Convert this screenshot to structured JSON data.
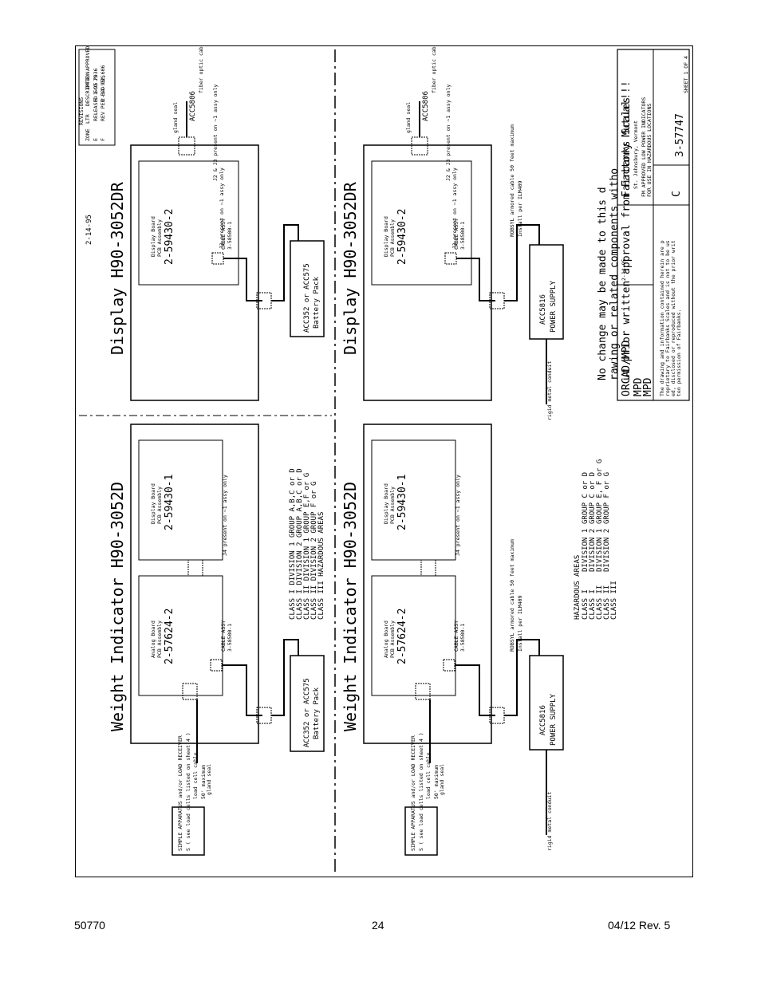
{
  "footer": {
    "doc_number": "50770",
    "page_number": "24",
    "revision": "04/12   Rev. 5"
  },
  "top": {
    "weight_title": "Weight  Indicator  H90-3052D",
    "display_title": "Display  H90-3052DR",
    "date": "2-14-95",
    "analog_board": "Analog Board",
    "pcb_assembly": "PCB Assembly",
    "analog_pn": "2-57624-2",
    "display_board": "Display Board",
    "display_pn_d": "2-59430-1",
    "display_pn_dr": "2-59430-2",
    "cable_assy": "CABLE ASSY",
    "cable_pn": "3-58500-1",
    "battery_model": "ACC352 or ACC575",
    "battery_label": "Battery Pack",
    "load_cell_cable": "load cell cable",
    "max_len": "50' maximum",
    "gland_seal": "gland seal",
    "simple_apparatus": "SIMPLE APPARATUS and/or LOAD RECEIVERS ( see load cells listed on sheet 4 )",
    "acc5806": "ACC5806",
    "fiber_cable": "fiber optic cable output to other products ( see sheet )",
    "j4_note": "J4 present on ~1 assy only",
    "j3_note": "J3 present on ~1 assy only",
    "j2_note": "J2 & J3 present on ~1 assy only",
    "areas_list": [
      "CLASS I   DIVISION 1  GROUP  A,B,C  or  D",
      "CLASS I   DIVISION 2  GROUP  A,B,C  or  D",
      "CLASS II  DIVISION 1  GROUP  E,F  or  G",
      "CLASS II  DIVISION 2  GROUP  F  or  G",
      "CLASS III             HAZARDOUS  AREAS"
    ]
  },
  "bottom": {
    "weight_title": "Weight  Indicator  H90-3052D",
    "display_title": "Display  H90-3052DR",
    "power_model": "ACC5816",
    "power_label": "POWER SUPPLY",
    "rigid_conduit": "rigid metal conduit",
    "install_note": "Install per ILM409",
    "armored_cable": "ROBSYL armored cable 50 feet maximum",
    "hazardous_areas": "HAZARDOUS  AREAS",
    "classes": [
      "CLASS I",
      "CLASS I",
      "CLASS II",
      "CLASS II",
      "CLASS III"
    ],
    "divisions": [
      "DIVISION 1",
      "DIVISION 2",
      "DIVISION 1",
      "DIVISION 2"
    ],
    "groups": [
      "GROUP  C or D",
      "GROUP  C or D",
      "GROUP  E, F or G",
      "GROUP  F or G"
    ]
  },
  "notice": "No  change  may  be  made  to  this  drawing  or  related  components  without  prior  written  approval  from  Factory  Mutual!!!",
  "title_block": {
    "company": "Fairbanks  Scales",
    "company_sub": "St. Johnsbury, Vermont",
    "drawing_title": "FM APPROVED LOW POWER INDICATORS",
    "drawing_subtitle": "FOR USE IN HAZARDOUS LOCATIONS",
    "dr": "ORCAD/MPD",
    "ch": "MPD",
    "app": "MPD",
    "size": "C",
    "drawing_number": "3-57747",
    "sheet": "SHEET 1 OF 4",
    "date": "2-14-95",
    "proprietary": "The drawing and information contained herein are proprietary to Fairbanks Scales and is not to be used, disclosed or reproduced without the prior written permission of Fairbanks."
  },
  "revisions": {
    "header": "REVISIONS",
    "cols": [
      "ZONE",
      "LTR",
      "DESCRIPTION",
      "DATE",
      "APPROVED"
    ],
    "rows": [
      [
        "E",
        "RELEASED ECO 7936",
        "5-1-95",
        "JS"
      ],
      [
        "F",
        "REV PER ECO 12,606",
        "2-14-95",
        "JS"
      ]
    ]
  }
}
